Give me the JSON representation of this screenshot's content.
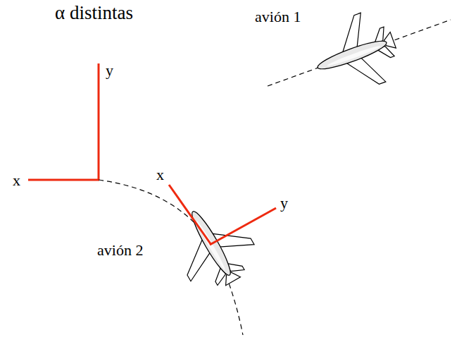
{
  "diagram": {
    "labels": [
      "α distintas",
      "avión 1",
      "y",
      "x",
      "x",
      "y",
      "avión 2"
    ]
  }
}
